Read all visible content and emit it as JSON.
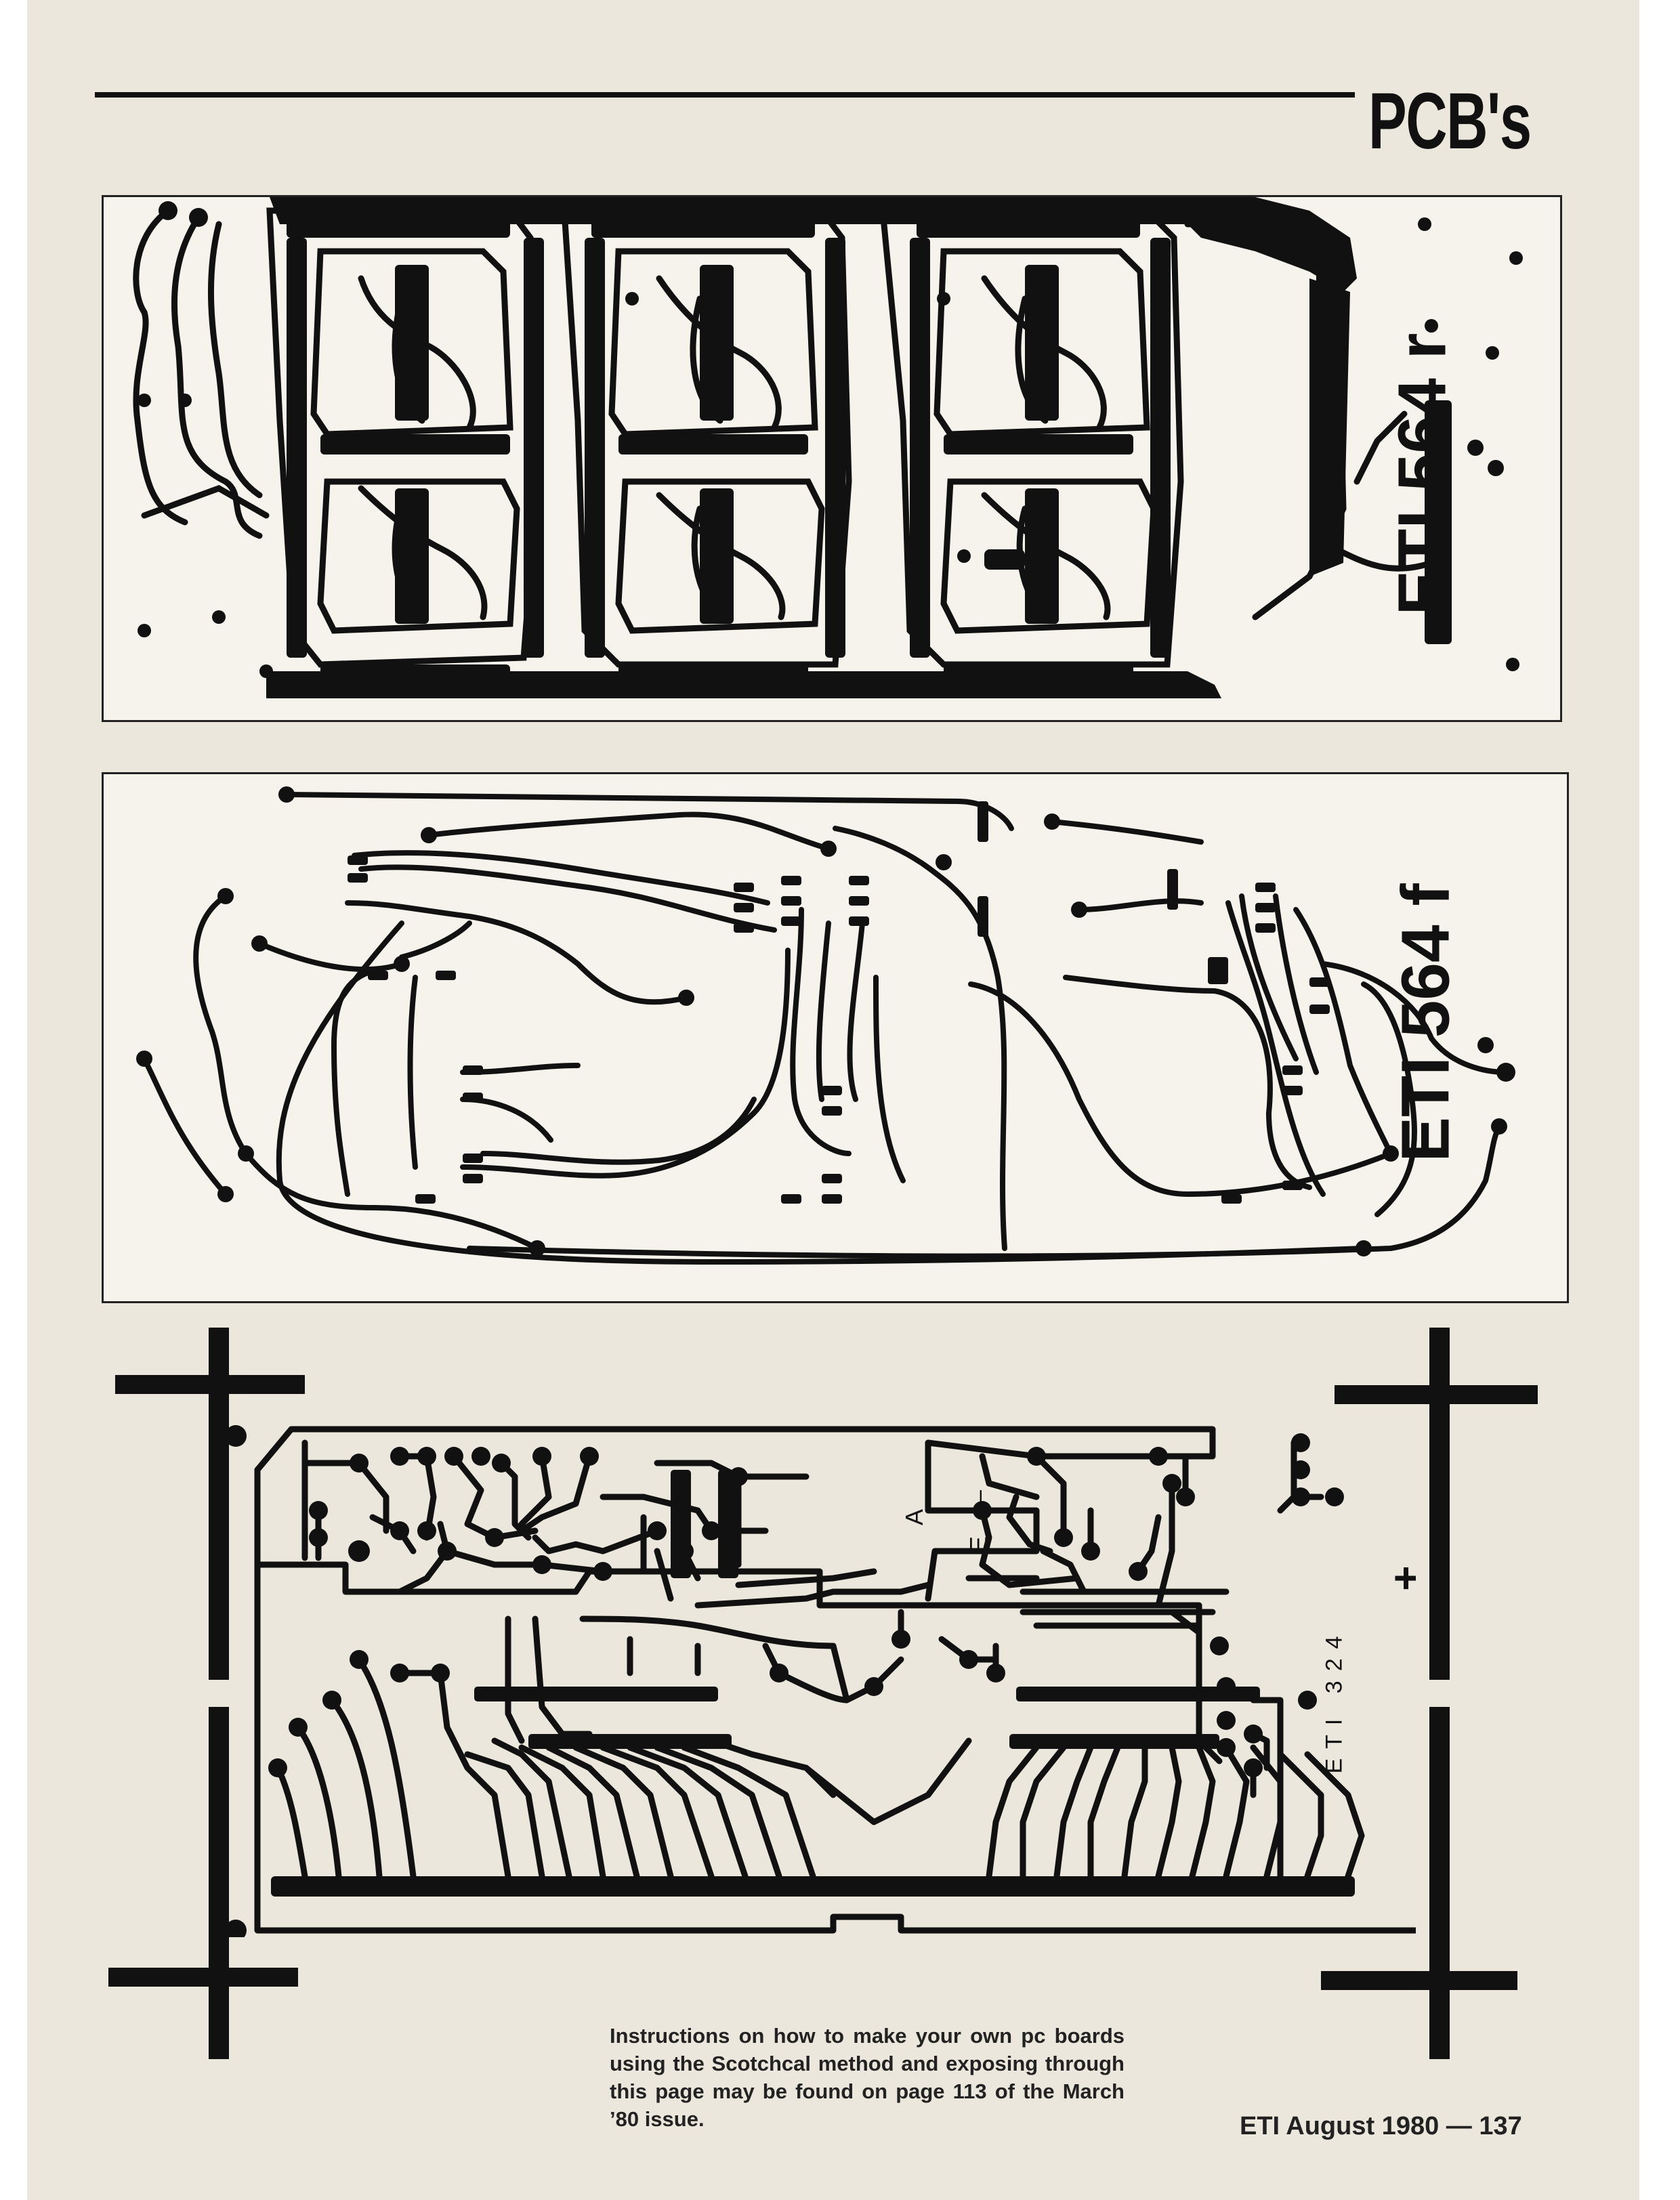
{
  "header": {
    "section_title": "PCB's"
  },
  "boards": {
    "top": {
      "label": "ETI 564 r"
    },
    "middle": {
      "label": "ETI 564 f"
    },
    "bottom": {
      "label": "ETI 324",
      "marks": {
        "plus": "+",
        "minus": "–",
        "pin_e": "E",
        "pin_a": "A"
      }
    }
  },
  "caption": "Instructions on how to make your own pc boards using the Scotchcal method and exposing through this page may be found on page 113 of the March ’80 issue.",
  "footer": {
    "folio": "ETI August 1980 — 137"
  },
  "colors": {
    "ink": "#111111",
    "paper": "#ece7dc"
  }
}
